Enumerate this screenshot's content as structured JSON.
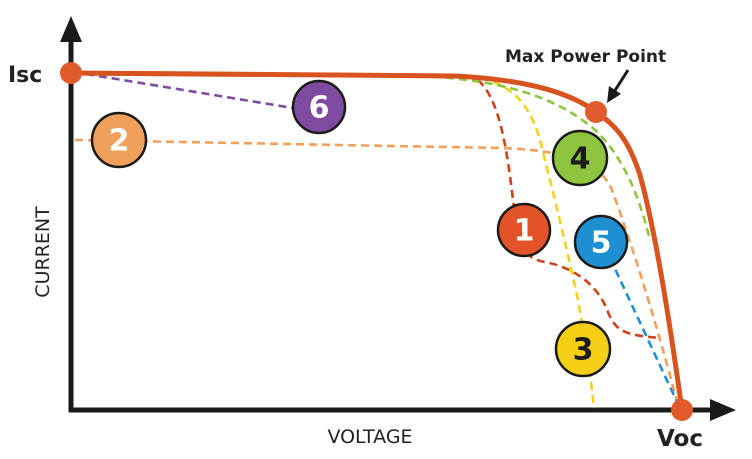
{
  "chart_data": {
    "type": "line",
    "xlabel": "VOLTAGE",
    "ylabel": "CURRENT",
    "point_labels": {
      "isc": "Isc",
      "voc": "Voc",
      "mpp": "Max Power Point"
    },
    "colors": {
      "axis": "#1b1b1b",
      "main_curve": "#d9531e",
      "endpoint": "#e05a2b"
    },
    "series": [
      {
        "name": "",
        "badge": "1",
        "color": "#c9441c",
        "stroke": "dashed"
      },
      {
        "name": "",
        "badge": "2",
        "color": "#f0a05a",
        "stroke": "dashed"
      },
      {
        "name": "",
        "badge": "3",
        "color": "#f2d21a",
        "stroke": "dashed"
      },
      {
        "name": "",
        "badge": "4",
        "color": "#8fc43f",
        "stroke": "dashed"
      },
      {
        "name": "",
        "badge": "5",
        "color": "#1e8fd0",
        "stroke": "dashed"
      },
      {
        "name": "",
        "badge": "6",
        "color": "#7e4ba0",
        "stroke": "dashed"
      }
    ]
  }
}
